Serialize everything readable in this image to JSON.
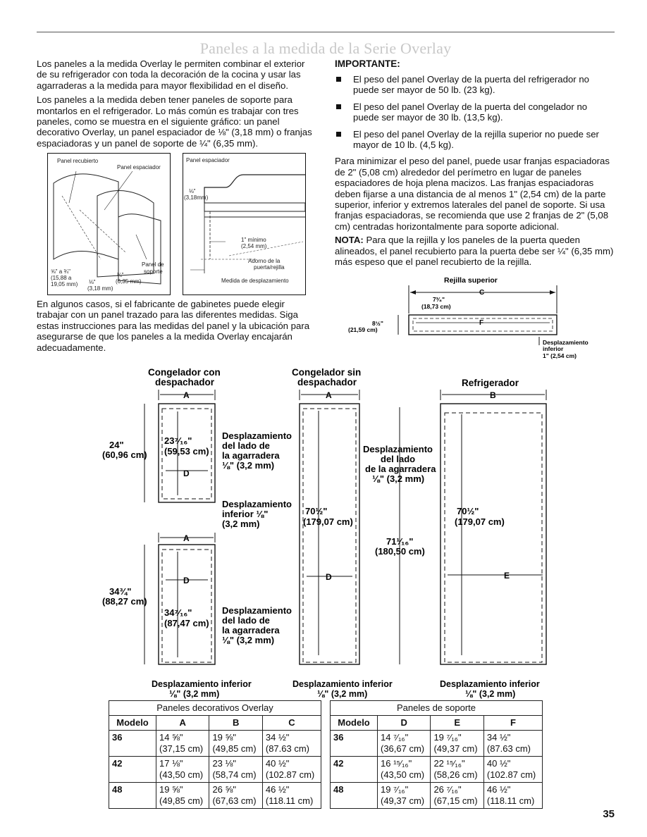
{
  "title": "Paneles a la medida de la Serie Overlay",
  "left_column": {
    "p1": "Los paneles a la medida Overlay le permiten combinar el exterior de su refrigerador con toda la decoración de la cocina y usar las agarraderas a la medida para mayor flexibilidad en el diseño.",
    "p2": "Los paneles a la medida deben tener paneles de soporte para montarlos en el refrigerador. Lo más común es trabajar con tres paneles, como se muestra en el siguiente gráfico: un panel decorativo Overlay, un panel espaciador de ⅛\" (3,18 mm) o franjas espaciadoras y un panel de soporte de ¼\" (6,35 mm).",
    "p3": "En algunos casos, si el fabricante de gabinetes puede elegir trabajar con un panel trazado para las diferentes medidas. Siga estas instrucciones para las medidas del panel y la ubicación para asegurarse de que los paneles a la medida Overlay encajarán adecuadamente."
  },
  "fig1": {
    "panel_recubierto": "Panel recubierto",
    "panel_espaciador": "Panel espaciador",
    "panel_de": "Panel de",
    "soporte": "soporte",
    "dim1": "⅝\" a ¾\"",
    "dim1b": "(15,88 a",
    "dim1c": "19,05 mm)",
    "dim2": "⅛\"",
    "dim2b": "(3,18 mm)",
    "dim3": "¼\"",
    "dim3b": "(6,35 mm)"
  },
  "fig2": {
    "panel_espaciador": "Panel espaciador",
    "dim1": "⅛\"",
    "dim1b": "(3,18mm)",
    "min": "1\" mínimo",
    "minb": "(2,54 mm)",
    "adorno": "Adorno de la",
    "adornob": "puerta/rejilla",
    "medida": "Medida de desplazamiento"
  },
  "right_column": {
    "importante": "IMPORTANTE:",
    "bullets": [
      "El peso del panel Overlay de la puerta del refrigerador no puede ser mayor de 50 lb. (23 kg).",
      "El peso del panel Overlay de la puerta del congelador no puede ser mayor de 30 lb. (13,5 kg).",
      "El peso del panel Overlay de la rejilla superior no puede ser mayor de 10 lb. (4,5 kg)."
    ],
    "p1": "Para minimizar el peso del panel, puede usar franjas espaciadoras de 2\" (5,08 cm) alrededor del perímetro en lugar de paneles espaciadores de hoja plena macizos. Las franjas espaciadoras deben fijarse a una distancia de al menos 1\" (2,54 cm) de la parte superior, inferior y extremos laterales del panel de soporte. Si usa franjas espaciadoras, se recomienda que use 2 franjas de 2\" (5,08 cm) centradas horizontalmente para soporte adicional.",
    "nota_label": "NOTA:",
    "nota": " Para que la rejilla y los paneles de la puerta queden alineados, el panel recubierto para la puerta debe ser ¼\" (6,35 mm) más espeso que el panel recubierto de la rejilla."
  },
  "grille": {
    "title": "Rejilla superior",
    "c": "C",
    "f": "F",
    "top_dim": "7³⁄₈\"",
    "top_dim_b": "(18,73 cm)",
    "left_dim": "8½\"",
    "left_dim_b": "(21,59 cm)",
    "desp": "Desplazamiento",
    "inferior": "inferior",
    "inferior_dim": "1\" (2,54 cm)"
  },
  "diagram": {
    "col1_title_a": "Congelador con",
    "col1_title_b": "despachador",
    "col2_title_a": "Congelador sin",
    "col2_title_b": "despachador",
    "col3_title": "Refrigerador",
    "a": "A",
    "b": "B",
    "d": "D",
    "e": "E",
    "h24": "24\"",
    "h24b": "(60,96 cm)",
    "h23": "23⁷⁄₁₆\"",
    "h23b": "(59,53 cm)",
    "desp_lado1": "Desplazamiento",
    "desp_lado2": "del lado de",
    "desp_lado3": "la agarradera",
    "desp_lado4": "⅛\" (3,2 mm)",
    "desp_inf1": "Desplazamiento",
    "desp_inf2": "inferior ⅛\"",
    "desp_inf3": "(3,2 mm)",
    "h34": "34¾\"",
    "h34b": "(88,27 cm)",
    "h347": "34⁷⁄₁₆\"",
    "h347b": "(87,47 cm)",
    "mid_desp1": "Desplazamiento",
    "mid_desp2": "del lado",
    "mid_desp3": "de la agarradera",
    "mid_desp4": "⅛\" (3,2 mm)",
    "h70": "70½\"",
    "h70b": "(179,07 cm)",
    "h71": "71¹⁄₁₆\"",
    "h71b": "(180,50 cm)",
    "bottom_label": "Desplazamiento inferior",
    "bottom_dim": "⅛\" (3,2 mm)"
  },
  "table_overlay": {
    "title": "Paneles decorativos Overlay",
    "headers": [
      "Modelo",
      "A",
      "B",
      "C"
    ],
    "rows": [
      [
        "36",
        "14 ⅝\"",
        "(37,15 cm)",
        "19 ⅝\"",
        "(49,85 cm)",
        "34 ½\"",
        "(87.63 cm)"
      ],
      [
        "42",
        "17 ⅛\"",
        "(43,50 cm)",
        "23 ⅛\"",
        "(58,74 cm)",
        "40 ½\"",
        "(102.87 cm)"
      ],
      [
        "48",
        "19 ⅝\"",
        "(49,85 cm)",
        "26 ⅝\"",
        "(67,63 cm)",
        "46 ½\"",
        "(118.11 cm)"
      ]
    ]
  },
  "table_support": {
    "title": "Paneles de soporte",
    "headers": [
      "Modelo",
      "D",
      "E",
      "F"
    ],
    "rows": [
      [
        "36",
        "14 ⁷⁄₁₆\"",
        "(36,67 cm)",
        "19 ⁷⁄₁₆\"",
        "(49,37 cm)",
        "34 ½\"",
        "(87.63 cm)"
      ],
      [
        "42",
        "16 ¹⁵⁄₁₆\"",
        "(43,50 cm)",
        "22 ¹⁵⁄₁₆\"",
        "(58,26 cm)",
        "40 ½\"",
        "(102.87 cm)"
      ],
      [
        "48",
        "19 ⁷⁄₁₆\"",
        "(49,37 cm)",
        "26 ⁷⁄₁₆\"",
        "(67,15 cm)",
        "46 ½\"",
        "(118.11 cm)"
      ]
    ]
  },
  "page_number": "35"
}
